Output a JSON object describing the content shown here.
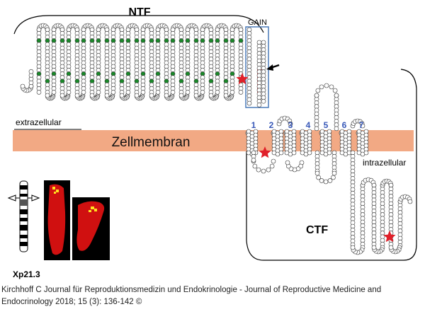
{
  "labels": {
    "ntf": "NTF",
    "gain": "GAIN",
    "extracellular": "extrazellular",
    "membrane": "Zellmembran",
    "intracellular": "intrazellular",
    "ctf": "CTF",
    "chromosome_band": "Xp21.3",
    "tm_numbers": [
      "1",
      "2",
      "3",
      "4",
      "5",
      "6",
      "7"
    ]
  },
  "caption": {
    "line1": "Kirchhoff C Journal für Reproduktionsmedizin und Endokrinologie - Journal of Reproductive Medicine and",
    "line2": "Endocrinology 2018; 15 (3): 136-142 ©"
  },
  "colors": {
    "membrane": "#f2a984",
    "tm_number": "#3858b8",
    "star": "#e0202a",
    "gain_box": "#4a7ab8",
    "highlight_box": "#e0202a",
    "residue_marked": "#1a8a2a",
    "fish_red": "#d01010",
    "fish_yellow": "#ffe020"
  },
  "icons": [
    "arrow-icon",
    "star-icon",
    "chromosome-ideogram-icon"
  ]
}
